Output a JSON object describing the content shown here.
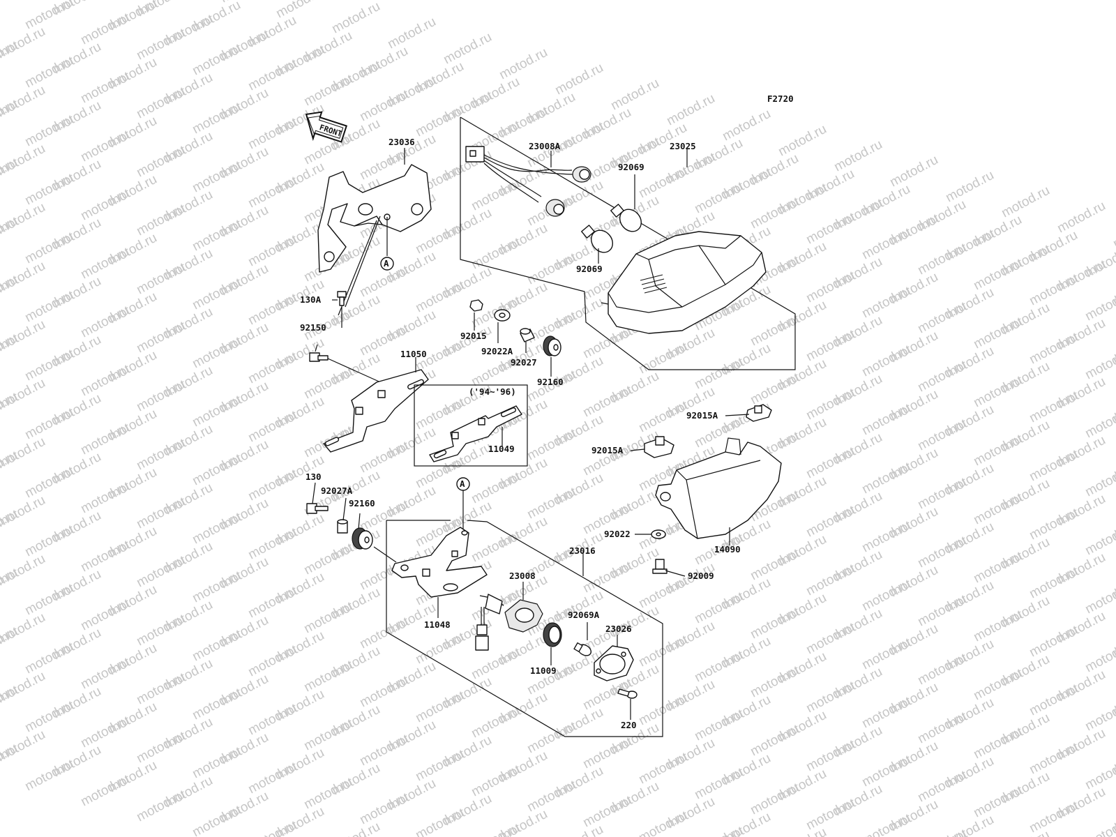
{
  "figure_code": "F2720",
  "front_label": "FRONT",
  "watermark": "motod.ru",
  "callout": "A",
  "year_note": "('94~'96)",
  "parts": {
    "p23036": "23036",
    "p23008A": "23008A",
    "p23025": "23025",
    "p92069_top": "92069",
    "p92069_bot": "92069",
    "p130A": "130A",
    "p92150": "92150",
    "p92015": "92015",
    "p92022A": "92022A",
    "p92027": "92027",
    "p92160_top": "92160",
    "p11050": "11050",
    "p11049": "11049",
    "p92015A_r": "92015A",
    "p92015A_l": "92015A",
    "p130": "130",
    "p92027A": "92027A",
    "p92160_bot": "92160",
    "p23016": "23016",
    "p23008": "23008",
    "p11048": "11048",
    "p92022": "92022",
    "p14090": "14090",
    "p92009": "92009",
    "p92069A": "92069A",
    "p23026": "23026",
    "p11009": "11009",
    "p220": "220"
  }
}
